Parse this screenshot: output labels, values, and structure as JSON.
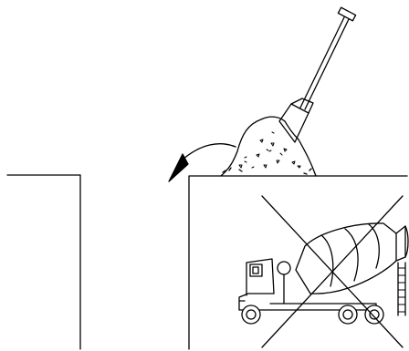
{
  "diagram": {
    "stroke_color": "#000000",
    "background": "#ffffff",
    "elements": [
      {
        "id": "hole",
        "icon": "excavation-pit"
      },
      {
        "id": "spade",
        "icon": "spade-icon"
      },
      {
        "id": "concrete-pile",
        "icon": "mixed-concrete-pile"
      },
      {
        "id": "pour-arrow",
        "icon": "curved-arrow-icon"
      },
      {
        "id": "truck",
        "icon": "concrete-mixer-truck-icon"
      },
      {
        "id": "prohibition",
        "icon": "cross-out-icon"
      }
    ]
  }
}
